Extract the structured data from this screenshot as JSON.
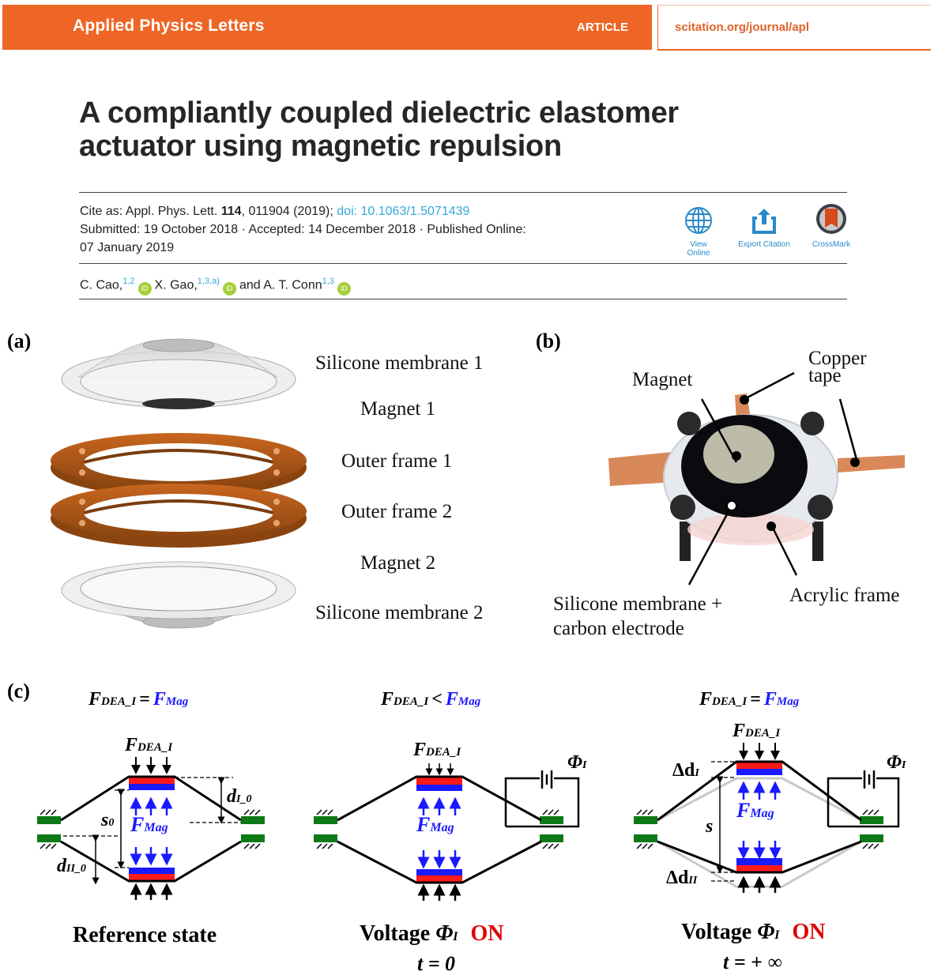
{
  "header": {
    "journal": "Applied Physics Letters",
    "article_type": "ARTICLE",
    "url": "scitation.org/journal/apl"
  },
  "paper": {
    "title_line1": "A compliantly coupled dielectric elastomer",
    "title_line2": "actuator using magnetic repulsion",
    "cite_prefix": "Cite as: Appl. Phys. Lett. ",
    "volume": "114",
    "cite_suffix": ", 011904 (2019); ",
    "doi": "doi: 10.1063/1.5071439",
    "dates_line1": "Submitted: 19 October 2018 · Accepted: 14 December 2018 · Published Online:",
    "dates_line2": "07 January 2019",
    "authors": [
      {
        "name": "C. Cao,",
        "affil": "1,2"
      },
      {
        "name": "X. Gao,",
        "affil": "1,3,a)"
      },
      {
        "name": "and A. T. Conn",
        "affil": "1,3"
      }
    ],
    "orcid_label": "iD"
  },
  "tools": [
    {
      "label": "View Online",
      "icon": "globe-icon"
    },
    {
      "label": "Export Citation",
      "icon": "export-icon"
    },
    {
      "label": "CrossMark",
      "icon": "crossmark-icon"
    }
  ],
  "figure": {
    "panel_a": {
      "label": "(a)",
      "parts": [
        "Silicone membrane 1",
        "Magnet 1",
        "Outer frame 1",
        "Outer frame 2",
        "Magnet 2",
        "Silicone membrane 2"
      ]
    },
    "panel_b": {
      "label": "(b)",
      "annotations": {
        "magnet": "Magnet",
        "copper_line1": "Copper",
        "copper_line2": "tape",
        "membrane_line1": "Silicone membrane +",
        "membrane_line2": "carbon electrode",
        "acrylic": "Acrylic frame"
      }
    },
    "panel_c": {
      "label": "(c)",
      "states": [
        {
          "F": "F",
          "F_sub": "DEA_I",
          "relation": "=",
          "Fmag": "F",
          "Fmag_sub": "Mag",
          "caption": "Reference state",
          "time": "",
          "voltage": false
        },
        {
          "F": "F",
          "F_sub": "DEA_I",
          "relation": "<",
          "Fmag": "F",
          "Fmag_sub": "Mag",
          "caption": "Voltage ",
          "phi": "Φ",
          "phi_sub": "I",
          "on": "ON",
          "time": "t = 0",
          "voltage": true
        },
        {
          "F": "F",
          "F_sub": "DEA_I",
          "relation": "=",
          "Fmag": "F",
          "Fmag_sub": "Mag",
          "caption": "Voltage ",
          "phi": "Φ",
          "phi_sub": "I",
          "on": "ON",
          "time": "t = + ∞",
          "voltage": true
        }
      ],
      "symbols": {
        "s0": "s",
        "s0_sub": "0",
        "dI0": "d",
        "dI0_sub": "I_0",
        "dII0": "d",
        "dII0_sub": "II_0",
        "s": "s",
        "ddI": "Δd",
        "ddI_sub": "I",
        "ddII": "Δd",
        "ddII_sub": "II",
        "phi": "Φ",
        "phi_sub": "I"
      },
      "colors": {
        "force_blue": "#1a1aff",
        "on_red": "#e00000",
        "clamp_green": "#0d7a17",
        "electrode_red": "#ff1a1a",
        "magnet_blue": "#1a1aff"
      }
    }
  }
}
